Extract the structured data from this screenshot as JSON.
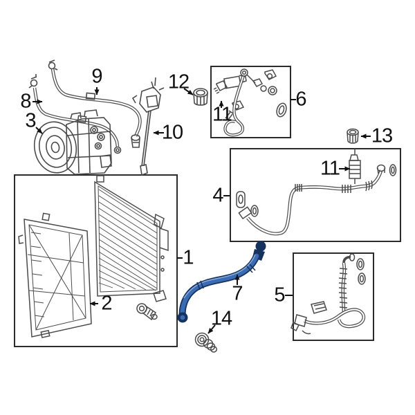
{
  "diagram": {
    "selected_callout": "7",
    "line_color": "#4a4a4a",
    "box_color": "#2b2b2b",
    "label_color": "#101010",
    "highlight": {
      "outline": "#16335f",
      "fill": "#3a6cb3",
      "sheen": "#8aabda"
    },
    "callouts": {
      "n1": "1",
      "n2": "2",
      "n3": "3",
      "n4": "4",
      "n5": "5",
      "n6": "6",
      "n7": "7",
      "n8": "8",
      "n9": "9",
      "n10": "10",
      "n11a": "11",
      "n11b": "11",
      "n12": "12",
      "n13": "13",
      "n14": "14"
    }
  }
}
